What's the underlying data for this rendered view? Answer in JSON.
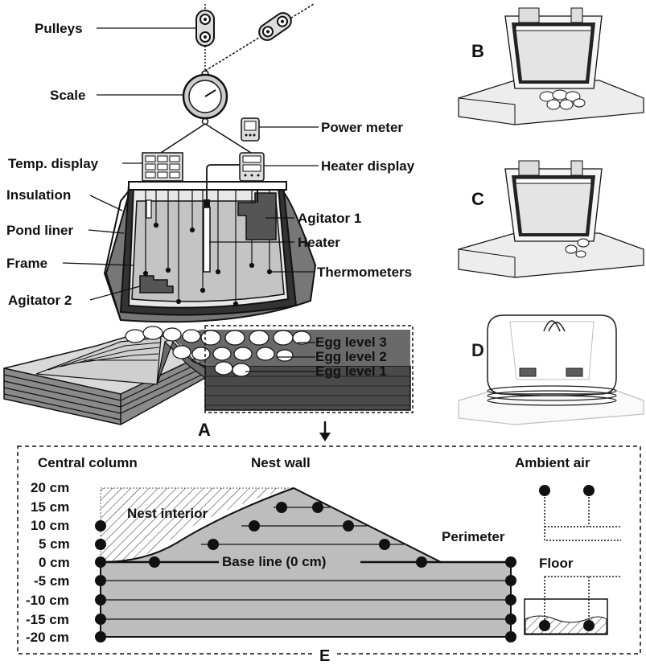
{
  "apparatus_labels": {
    "pulleys": "Pulleys",
    "scale": "Scale",
    "power_meter": "Power meter",
    "temp_display": "Temp. display",
    "heater_display": "Heater display",
    "insulation": "Insulation",
    "pond_liner": "Pond liner",
    "frame": "Frame",
    "agitator_1": "Agitator 1",
    "heater": "Heater",
    "thermometers": "Thermometers",
    "agitator_2": "Agitator 2"
  },
  "egg_levels": [
    "Egg level 3",
    "Egg level 2",
    "Egg level 1"
  ],
  "panel_letters": {
    "a": "A",
    "b": "B",
    "c": "C",
    "d": "D",
    "e": "E"
  },
  "panel_e": {
    "central_column": "Central column",
    "nest_wall": "Nest wall",
    "ambient_air": "Ambient air",
    "nest_interior": "Nest interior",
    "perimeter": "Perimeter",
    "floor": "Floor",
    "base_line": "Base line (0 cm)",
    "depth_ticks": [
      "20 cm",
      "15 cm",
      "10 cm",
      "5 cm",
      "0 cm",
      "-5 cm",
      "-10 cm",
      "-15 cm",
      "-20 cm"
    ]
  },
  "colors": {
    "dark": "#555555",
    "mid": "#a8a8a8",
    "light": "#d9d9d9",
    "line": "#111111"
  }
}
